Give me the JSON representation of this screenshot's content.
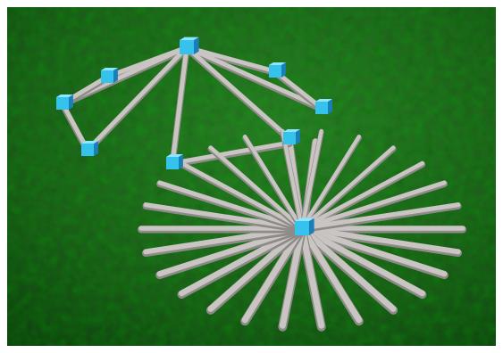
{
  "scene": {
    "subject": "3d-network-graph-visualization",
    "ground_color": "#1f5a1c",
    "ground_dark": "#0f3a10",
    "ground_light": "#2f7a2a",
    "node_color": "#35c3ee",
    "node_shadow": "#1a7fb8",
    "edge_color": "#c9c5c3",
    "edge_shade": "#8e8a88",
    "cluster_a_node_count": 8,
    "radial_cluster_spoke_count": 26
  }
}
